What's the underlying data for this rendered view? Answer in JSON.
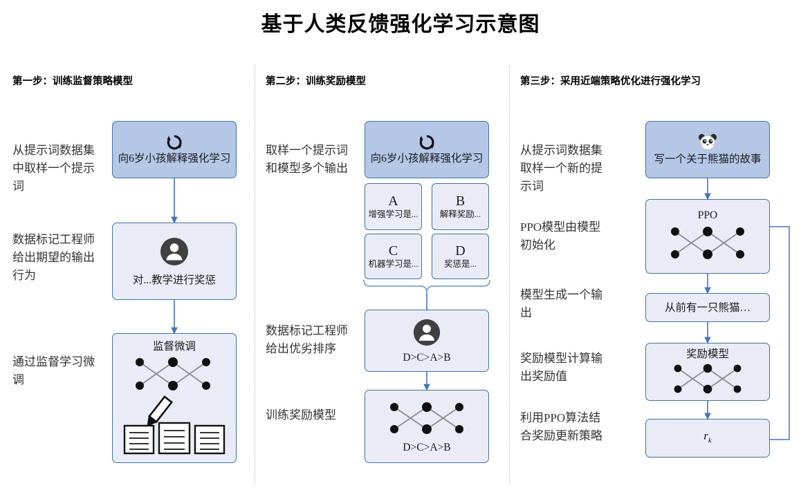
{
  "title": "基于人类反馈强化学习示意图",
  "colors": {
    "box_blue": "#b4c7e7",
    "box_light": "#e9ecf7",
    "box_border": "#41719c",
    "arrow": "#4472c4",
    "divider": "#b8b8b8",
    "text": "#1a1a1a"
  },
  "columns": [
    {
      "heading": "第一步：训练监督策略模型",
      "descriptions": [
        "从提示词数据集中取样一个提示词",
        "数据标记工程师给出期望的输出行为",
        "通过监督学习微调"
      ],
      "boxes": [
        {
          "icon": "refresh-loop-icon",
          "text": "向6岁小孩解释强化学习",
          "style": "blue"
        },
        {
          "icon": "person-icon",
          "text": "对...教学进行奖惩",
          "style": "light"
        },
        {
          "icon": "neural-net-pencil-docs-icon",
          "text": "监督微调",
          "style": "light"
        }
      ]
    },
    {
      "heading": "第二步：训练奖励模型",
      "descriptions": [
        "取样一个提示词和模型多个输出",
        "数据标记工程师给出优劣排序",
        "训练奖励模型"
      ],
      "boxes": [
        {
          "icon": "refresh-loop-icon",
          "text": "向6岁小孩解释强化学习",
          "style": "blue"
        },
        {
          "icon": "person-icon",
          "text": "D>C>A>B",
          "style": "light"
        },
        {
          "icon": "neural-net-icon",
          "text": "D>C>A>B",
          "style": "light"
        }
      ],
      "options": [
        {
          "label": "A",
          "sub": "增强学习是..."
        },
        {
          "label": "B",
          "sub": "解释奖励..."
        },
        {
          "label": "C",
          "sub": "机器学习是..."
        },
        {
          "label": "D",
          "sub": "奖惩是..."
        }
      ]
    },
    {
      "heading": "第三步：采用近端策略优化进行强化学习",
      "descriptions": [
        "从提示词数据集取样一个新的提示词",
        "PPO模型由模型初始化",
        "模型生成一个输出",
        "奖励模型计算输出奖励值",
        "利用PPO算法结合奖励更新策略"
      ],
      "boxes": [
        {
          "icon": "panda-icon",
          "text": "写一个关于熊猫的故事",
          "style": "blue"
        },
        {
          "icon": "neural-net-icon",
          "text": "PPO",
          "style": "light"
        },
        {
          "icon": "none",
          "text": "从前有一只熊猫…",
          "style": "light"
        },
        {
          "icon": "neural-net-icon",
          "text": "奖励模型",
          "style": "light"
        },
        {
          "icon": "none",
          "text": "r",
          "sub": "k",
          "style": "light"
        }
      ]
    }
  ]
}
